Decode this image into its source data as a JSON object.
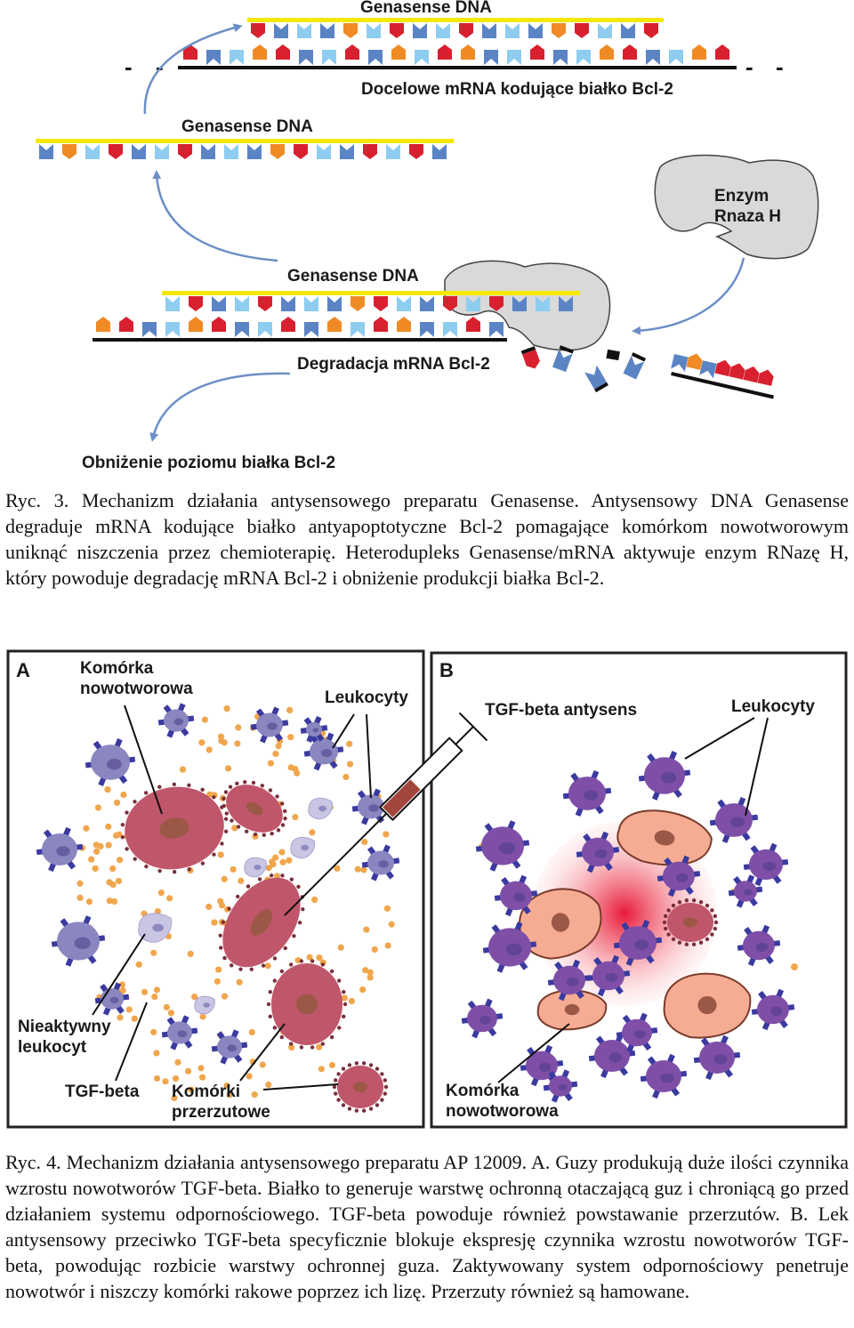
{
  "figure3": {
    "labels": {
      "genasense_top": "Genasense DNA",
      "target_mrna": "Docelowe mRNA kodujące białko Bcl-2",
      "genasense_left": "Genasense DNA",
      "enzyme_line1": "Enzym",
      "enzyme_line2": "Rnaza H",
      "genasense_middle": "Genasense DNA",
      "degradation": "Degradacja mRNA Bcl-2",
      "outcome": "Obniżenie poziomu białka Bcl-2",
      "dash": "-"
    },
    "colors": {
      "red": "#d8202f",
      "blue": "#5b84c4",
      "light_blue": "#8ecdf0",
      "orange": "#f08a24",
      "yellow": "#f5e800",
      "enzyme": "#d9d9d9",
      "arrow": "#6b8fc6"
    },
    "caption": "Ryc. 3. Mechanizm działania antysensowego preparatu Genasense. Antysensowy DNA Genasense degraduje mRNA kodujące białko antyapoptotyczne Bcl-2 pomagające komórkom nowotworowym uniknąć niszczenia przez chemioterapię. Heterodupleks Genasense/mRNA aktywuje enzym RNazę H, który powoduje degradację mRNA Bcl-2 i obniżenie produkcji białka Bcl-2."
  },
  "figure4": {
    "panel_a": {
      "letter": "A",
      "tumor_cell_line1": "Komórka",
      "tumor_cell_line2": "nowotworowa",
      "leukocytes": "Leukocyty",
      "inactive_line1": "Nieaktywny",
      "inactive_line2": "leukocyt",
      "tgf_beta": "TGF-beta",
      "metastatic_line1": "Komórki",
      "metastatic_line2": "przerzutowe"
    },
    "panel_b": {
      "letter": "B",
      "antisense": "TGF-beta antysens",
      "leukocytes": "Leukocyty",
      "tumor_cell_line1": "Komórka",
      "tumor_cell_line2": "nowotworowa"
    },
    "colors": {
      "tumor_cell": "#c0566a",
      "tumor_nucleus": "#9b5846",
      "leukocyte_inactive": "#8a86c0",
      "leukocyte_active": "#7f4fa8",
      "tgf_dot": "#f0a64d",
      "dying_cell": "#f5ac93",
      "syringe_fluid": "#a2473b"
    },
    "caption": "Ryc. 4. Mechanizm działania antysensowego preparatu AP 12009. A. Guzy produkują duże ilości czynnika wzrostu nowotworów TGF-beta. Białko to generuje warstwę ochronną otaczającą guz i chroniącą go przed działaniem systemu odpornościowego. TGF-beta powoduje również powstawanie przerzutów. B. Lek antysensowy przeciwko TGF-beta specyficznie blokuje ekspresję czynnika wzrostu nowotworów TGF-beta, powodując rozbicie warstwy ochronnej guza. Zaktywowany system odpornościowy penetruje nowotwór i niszczy komórki rakowe poprzez ich lizę. Przerzuty również są hamowane."
  }
}
